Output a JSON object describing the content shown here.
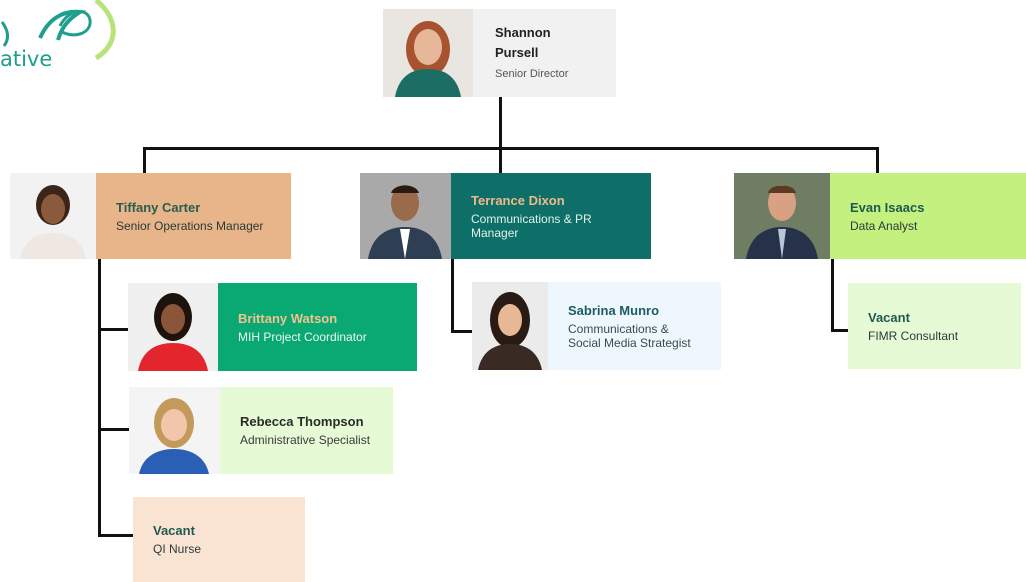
{
  "logo": {
    "text": "ative"
  },
  "colors": {
    "peach": "#e8b48a",
    "teal_dark": "#0e6e68",
    "lime": "#c3f07f",
    "green": "#0aa872",
    "light_blue": "#eef7fd",
    "light_green": "#e6fbd5",
    "light_peach": "#f9e4d4",
    "grey": "#f1f1f1"
  },
  "root": {
    "name_line1": "Shannon",
    "name_line2": "Pursell",
    "title": "Senior Director"
  },
  "managers": [
    {
      "name": "Tiffany Carter",
      "title": "Senior Operations Manager"
    },
    {
      "name": "Terrance Dixon",
      "title_line1": "Communications & PR",
      "title_line2": "Manager"
    },
    {
      "name": "Evan Isaacs",
      "title": "Data Analyst"
    }
  ],
  "tiffany_reports": [
    {
      "name": "Brittany Watson",
      "title": "MIH Project Coordinator"
    },
    {
      "name": "Rebecca Thompson",
      "title": "Administrative Specialist"
    },
    {
      "name": "Vacant",
      "title": "QI Nurse"
    }
  ],
  "terrance_reports": [
    {
      "name": "Sabrina Munro",
      "title_line1": "Communications &",
      "title_line2": "Social Media Strategist"
    }
  ],
  "evan_reports": [
    {
      "name": "Vacant",
      "title": "FIMR Consultant"
    }
  ]
}
